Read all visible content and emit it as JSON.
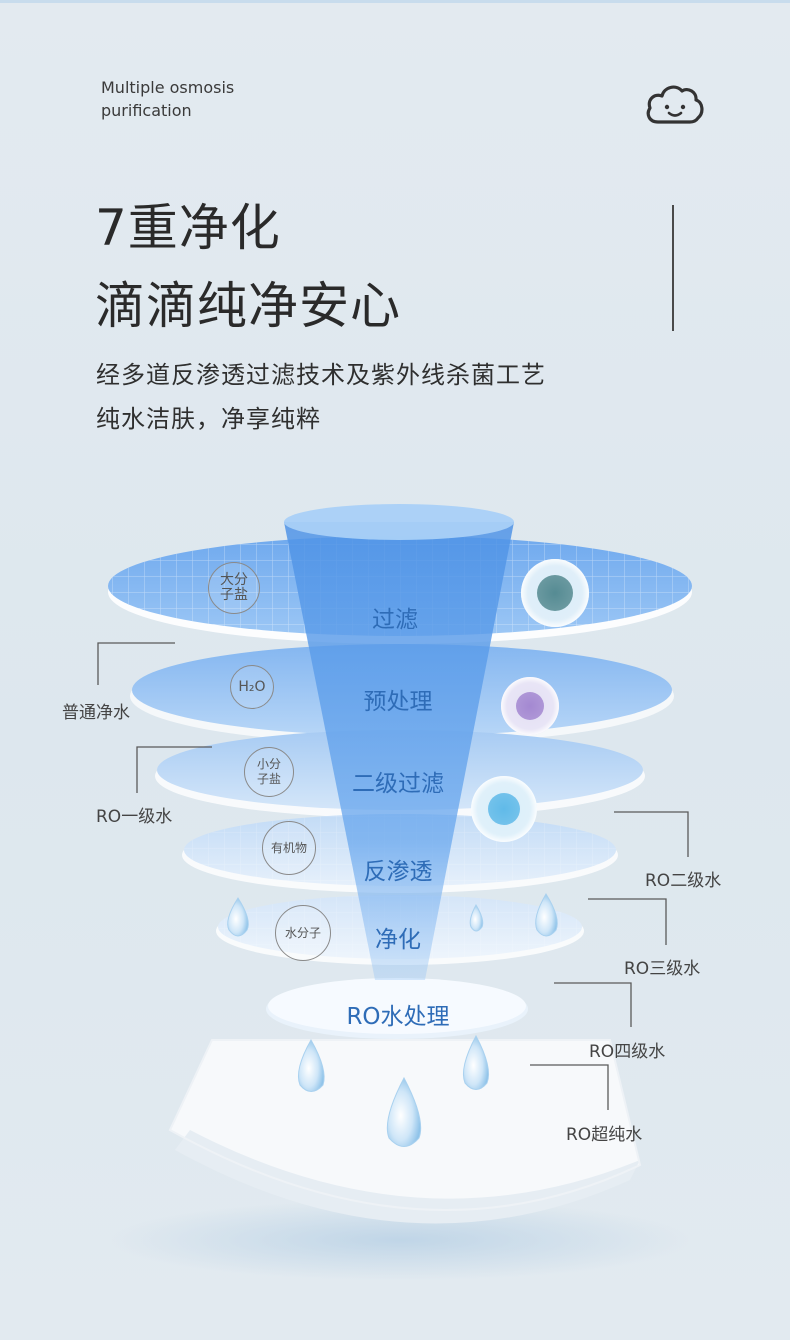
{
  "header": {
    "tagline_line1": "Multiple osmosis",
    "tagline_line2": "purification",
    "icon": "smiling-cloud-icon"
  },
  "headline": {
    "line1": "7重净化",
    "line2": "滴滴纯净安心"
  },
  "description": {
    "line1": "经多道反渗透过滤技术及紫外线杀菌工艺",
    "line2": "纯水洁肤，净享纯粹"
  },
  "layers": [
    {
      "label": "过滤",
      "particle": "大分\n子盐"
    },
    {
      "label": "预处理",
      "particle": "H₂O"
    },
    {
      "label": "二级过滤",
      "particle": "小分\n子盐"
    },
    {
      "label": "反渗透",
      "particle": "有机物"
    },
    {
      "label": "净化",
      "particle": "水分子"
    },
    {
      "label": "RO水处理",
      "particle": ""
    }
  ],
  "water_grades": {
    "left": [
      "普通净水",
      "RO一级水"
    ],
    "right": [
      "RO二级水",
      "RO三级水",
      "RO四级水",
      "RO超纯水"
    ]
  },
  "colors": {
    "accent_blue": "#2e6cb7",
    "funnel_blue": "#5a9ce8",
    "background": "#e3eaf0"
  }
}
